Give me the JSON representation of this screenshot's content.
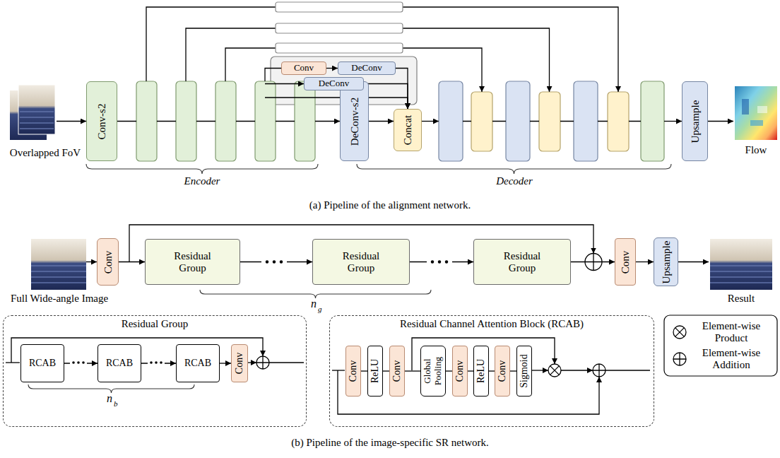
{
  "diagram": {
    "nodes": [
      {
        "text": [
          "Conv-s2"
        ]
      },
      {
        "text": [
          "DeConv-s2"
        ]
      },
      {
        "text": [
          "Conv"
        ]
      },
      {
        "text": [
          "DeConv"
        ]
      },
      {
        "text": [
          "DeConv"
        ]
      },
      {
        "text": [
          "Concat"
        ]
      },
      {
        "text": [
          "Upsample"
        ]
      },
      {
        "text": [
          "Conv"
        ]
      },
      {
        "text": [
          "Residual Group"
        ]
      },
      {
        "text": [
          "Residual Group"
        ]
      },
      {
        "text": [
          "Residual Group"
        ]
      },
      {
        "text": [
          "Conv"
        ]
      },
      {
        "text": [
          "Upsample"
        ]
      },
      {
        "text": [
          "Residual Group"
        ]
      },
      {
        "text": [
          "RCAB"
        ],
        "in": 13
      },
      {
        "text": [
          "RCAB"
        ],
        "in": 13
      },
      {
        "text": [
          "RCAB"
        ],
        "in": 13
      },
      {
        "text": [
          "Conv"
        ],
        "in": 13
      },
      {
        "text": [
          "Residual Channel Attention Block (RCAB)"
        ]
      },
      {
        "text": [
          "Conv"
        ],
        "in": 18
      },
      {
        "text": [
          "ReLU"
        ],
        "in": 18
      },
      {
        "text": [
          "Conv"
        ],
        "in": 18
      },
      {
        "text": [
          "Global Pooling"
        ],
        "in": 18
      },
      {
        "text": [
          "Conv"
        ],
        "in": 18
      },
      {
        "text": [
          "ReLU"
        ],
        "in": 18
      },
      {
        "text": [
          "Conv"
        ],
        "in": 18
      },
      {
        "text": [
          "Sigmoid"
        ],
        "in": 18
      }
    ],
    "edges": [
      {
        "from": 1,
        "to": 5,
        "arrow": "to"
      },
      {
        "from": 2,
        "to": 3,
        "arrow": "to"
      },
      {
        "from": 3,
        "to": 5,
        "arrow": "to"
      },
      {
        "from": 4,
        "to": 5,
        "arrow": "to"
      },
      {
        "from": 7,
        "to": 8,
        "arrow": "to"
      },
      {
        "from": 8,
        "to": 9,
        "arrow": "to"
      },
      {
        "from": 9,
        "to": 10,
        "arrow": "to"
      },
      {
        "from": 10,
        "to": 11,
        "arrow": "to"
      },
      {
        "from": 11,
        "to": 12,
        "arrow": "to"
      },
      {
        "from": 14,
        "to": 15,
        "arrow": "to"
      },
      {
        "from": 15,
        "to": 16,
        "arrow": "to"
      },
      {
        "from": 16,
        "to": 17,
        "arrow": "to"
      },
      {
        "from": 19,
        "to": 20,
        "arrow": "none"
      },
      {
        "from": 20,
        "to": 21,
        "arrow": "none"
      },
      {
        "from": 21,
        "to": 22,
        "arrow": "none"
      },
      {
        "from": 22,
        "to": 23,
        "arrow": "none"
      },
      {
        "from": 23,
        "to": 24,
        "arrow": "none"
      },
      {
        "from": 24,
        "to": 25,
        "arrow": "none"
      },
      {
        "from": 25,
        "to": 26,
        "arrow": "none"
      }
    ],
    "labels": [
      "Overlapped FoV",
      "Encoder",
      "Decoder",
      "Flow",
      "(a) Pipeline of the alignment network.",
      "Full Wide-angle Image",
      "n",
      "g",
      "Result",
      "n",
      "b",
      "(b) Pipeline of the image-specific SR network."
    ],
    "legend": [
      {
        "text": "Element-wise Product"
      },
      {
        "text": "Element-wise Addition"
      }
    ]
  }
}
